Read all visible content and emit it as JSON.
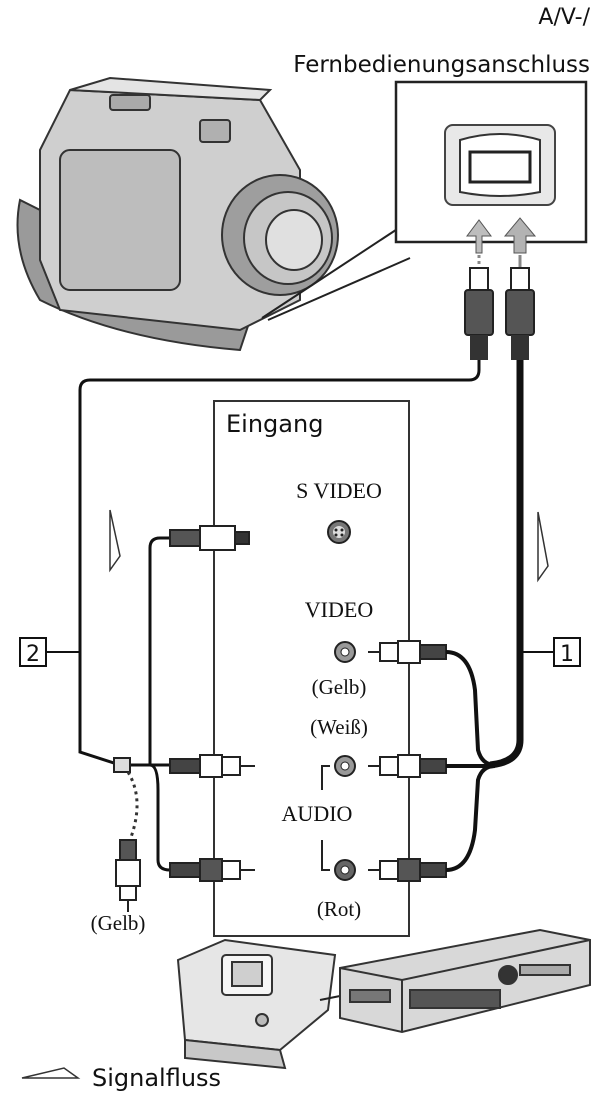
{
  "labels": {
    "port_title_line1": "A/V-/",
    "port_title_line2": "Fernbedienungsanschluss",
    "input_title": "Eingang",
    "s_video": "S VIDEO",
    "video": "VIDEO",
    "gelb_right": "(Gelb)",
    "weiss": "(Weiß)",
    "audio": "AUDIO",
    "rot": "(Rot)",
    "gelb_left": "(Gelb)",
    "badge_1": "1",
    "badge_2": "2",
    "signal_flow": "Signalfluss"
  }
}
